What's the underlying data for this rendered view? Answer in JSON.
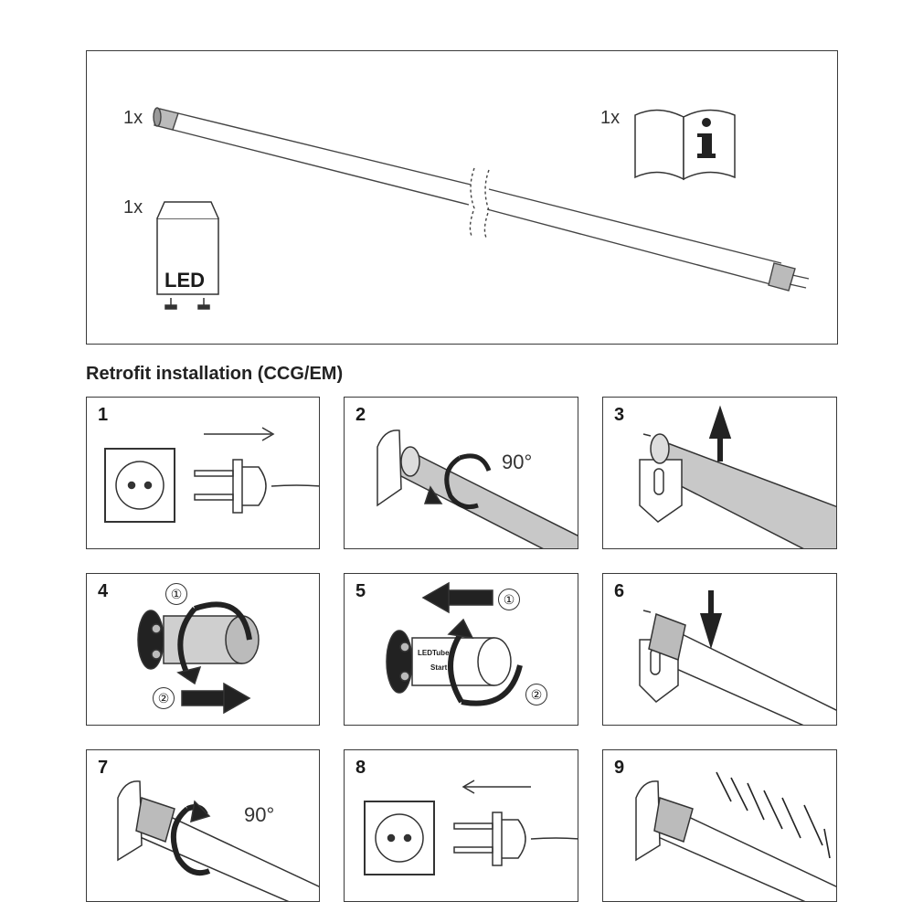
{
  "kit": {
    "tube_qty": "1x",
    "manual_qty": "1x",
    "starter_qty": "1x",
    "starter_label": "LED",
    "icons": [
      "led-tube-icon",
      "manual-info-icon",
      "led-starter-icon"
    ]
  },
  "section": {
    "title": "Retrofit installation (CCG/EM)"
  },
  "steps": [
    {
      "number": "1",
      "icon": "unplug-icon"
    },
    {
      "number": "2",
      "angle": "90°",
      "icon": "rotate-tube-icon"
    },
    {
      "number": "3",
      "icon": "remove-tube-icon"
    },
    {
      "number": "4",
      "marker1": "①",
      "marker2": "②",
      "icon": "remove-starter-icon"
    },
    {
      "number": "5",
      "marker1": "①",
      "marker2": "②",
      "starter_line1": "LEDTube",
      "starter_line2": "Start",
      "icon": "insert-starter-icon"
    },
    {
      "number": "6",
      "icon": "insert-tube-icon"
    },
    {
      "number": "7",
      "angle": "90°",
      "icon": "rotate-tube-back-icon"
    },
    {
      "number": "8",
      "icon": "plug-in-icon"
    },
    {
      "number": "9",
      "icon": "light-on-icon"
    }
  ]
}
